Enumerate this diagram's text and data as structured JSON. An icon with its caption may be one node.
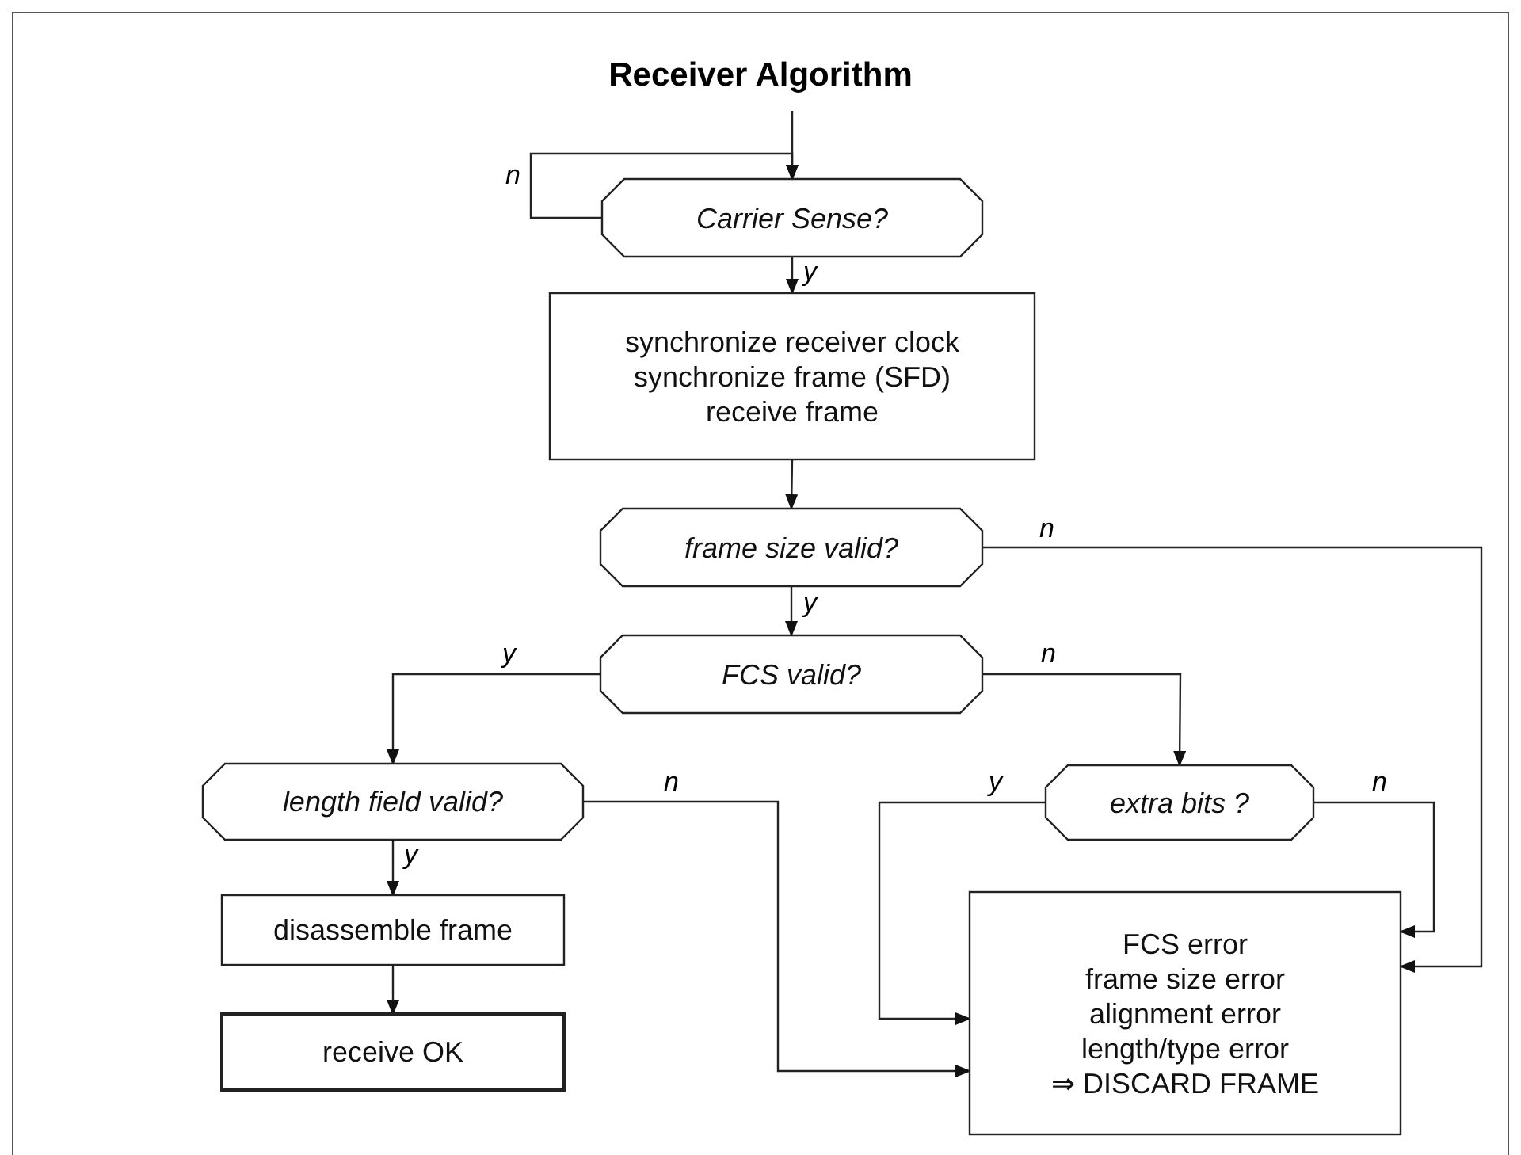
{
  "diagram": {
    "title": "Receiver Algorithm",
    "nodes": [
      {
        "text": [
          "Carrier Sense?"
        ]
      },
      {
        "text": [
          "synchronize receiver clock",
          "synchronize frame (SFD)",
          "receive frame"
        ]
      },
      {
        "text": [
          "frame size valid?"
        ]
      },
      {
        "text": [
          "FCS valid?"
        ]
      },
      {
        "text": [
          "length field valid?"
        ]
      },
      {
        "text": [
          "extra bits ?"
        ]
      },
      {
        "text": [
          "disassemble frame"
        ]
      },
      {
        "text": [
          "FCS error",
          "frame size error",
          "alignment error",
          "length/type error",
          "⇒ DISCARD FRAME"
        ]
      },
      {
        "text": [
          "receive OK"
        ]
      }
    ],
    "edges": [
      {
        "from": null,
        "to": 0,
        "arrow": "to"
      },
      {
        "from": 0,
        "to": 0,
        "arrow": "to",
        "label": "n"
      },
      {
        "from": 0,
        "to": 1,
        "arrow": "to",
        "label": "y"
      },
      {
        "from": 1,
        "to": 2,
        "arrow": "to"
      },
      {
        "from": 2,
        "to": 3,
        "arrow": "to",
        "label": "y"
      },
      {
        "from": 2,
        "to": 7,
        "arrow": "to",
        "label": "n"
      },
      {
        "from": 3,
        "to": 4,
        "arrow": "to",
        "label": "y"
      },
      {
        "from": 3,
        "to": 5,
        "arrow": "to",
        "label": "n"
      },
      {
        "from": 4,
        "to": 6,
        "arrow": "to",
        "label": "y"
      },
      {
        "from": 4,
        "to": 7,
        "arrow": "to",
        "label": "n"
      },
      {
        "from": 5,
        "to": 7,
        "arrow": "to",
        "label": "y"
      },
      {
        "from": 5,
        "to": 7,
        "arrow": "to",
        "label": "n"
      },
      {
        "from": 6,
        "to": 8,
        "arrow": "to"
      }
    ]
  }
}
